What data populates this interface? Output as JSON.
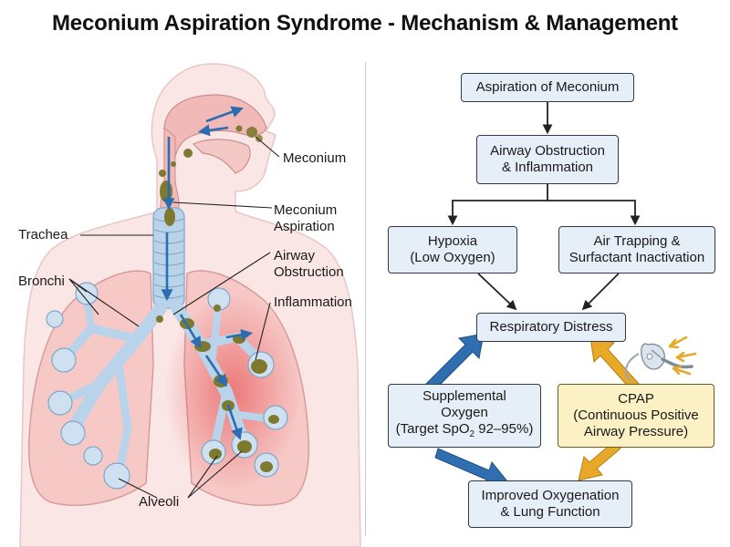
{
  "title": "Meconium Aspiration Syndrome - Mechanism & Management",
  "anatomy_labels": {
    "meconium": "Meconium",
    "meconium_aspiration_1": "Meconium",
    "meconium_aspiration_2": "Aspiration",
    "trachea": "Trachea",
    "airway_obstruction_1": "Airway",
    "airway_obstruction_2": "Obstruction",
    "bronchi": "Bronchi",
    "inflammation": "Inflammation",
    "alveoli": "Alveoli"
  },
  "flow": {
    "aspiration": "Aspiration of Meconium",
    "obstruction_1": "Airway Obstruction",
    "obstruction_2": "& Inflammation",
    "hypoxia_1": "Hypoxia",
    "hypoxia_2": "(Low Oxygen)",
    "trapping_1": "Air Trapping &",
    "trapping_2": "Surfactant Inactivation",
    "distress": "Respiratory Distress",
    "oxygen_1": "Supplemental",
    "oxygen_2": "Oxygen",
    "oxygen_3a": "(Target SpO",
    "oxygen_3sub": "2",
    "oxygen_3b": " 92–95%)",
    "cpap_1": "CPAP",
    "cpap_2": "(Continuous Positive",
    "cpap_3": "Airway Pressure)",
    "improved_1": "Improved Oxygenation",
    "improved_2": "& Lung Function"
  },
  "colors": {
    "box_fill": "#e6eef7",
    "box_yellow": "#fcf1c4",
    "arrow_blue": "#2f6fb0",
    "arrow_gold": "#e8a928",
    "meconium": "#7d7a2f",
    "airway_pink": "#f1b9b7",
    "trachea_blue": "#b9d3ea",
    "inflammation_red": "#e23a3a"
  },
  "icons": [
    "cpap-mask-icon",
    "airflow-arrows-icon"
  ]
}
